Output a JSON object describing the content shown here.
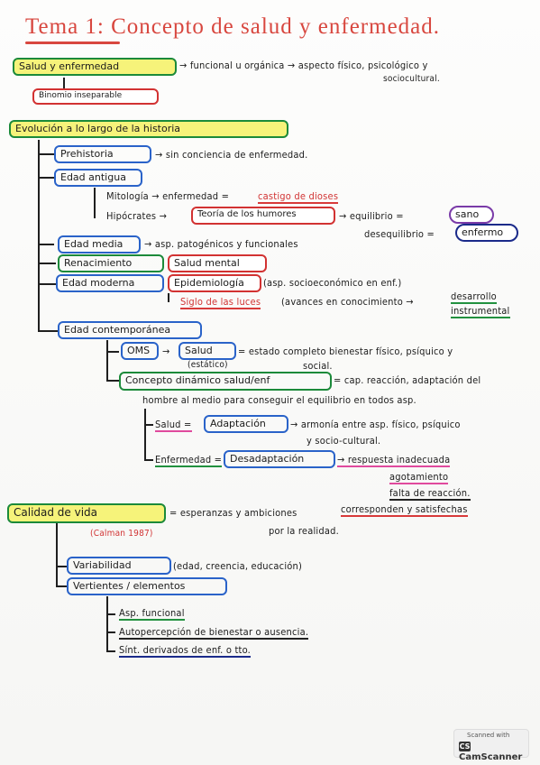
{
  "title": "Tema 1: Concepto de salud y enfermedad.",
  "n1": {
    "box": "Salud y enfermedad",
    "arrow": "→ funcional u orgánica → aspecto físico, psicológico y",
    "cont": "sociocultural.",
    "binomio": "Binomio inseparable"
  },
  "evo": {
    "box": "Evolución a lo largo de la historia",
    "prehistoria": "Prehistoria",
    "prehistoria_txt": "→ sin conciencia de enfermedad.",
    "antigua": "Edad antigua",
    "mitologia": "Mitología → enfermedad =",
    "castigo": "castigo de dioses",
    "hipocrates": "Hipócrates →",
    "teoria": "Teoría de los humores",
    "equilibrio": "→ equilibrio =",
    "sano": "sano",
    "desequilibrio": "desequilibrio =",
    "enfermo": "enfermo",
    "media": "Edad media",
    "media_txt": "→ asp. patogénicos y funcionales",
    "renacimiento": "Renacimiento",
    "salud_mental": "Salud mental",
    "moderna": "Edad moderna",
    "epidemiologia": "Epidemiología",
    "epi_txt": "(asp. socioeconómico en enf.)",
    "siglo": "Siglo de las luces",
    "siglo_txt": "(avances en conocimiento →",
    "desarrollo": "desarrollo",
    "instrumental": "instrumental",
    "contemporanea": "Edad contemporánea",
    "oms": "OMS",
    "oms_arrow": "→",
    "salud": "Salud",
    "oms_txt": "= estado completo bienestar físico, psíquico y",
    "estatico": "(estático)",
    "social": "social.",
    "dinamico": "Concepto dinámico salud/enf",
    "dinamico_txt": "= cap. reacción, adaptación del",
    "dinamico_txt2": "hombre al medio para conseguir el equilibrio en todos asp.",
    "salud2": "Salud =",
    "adaptacion": "Adaptación",
    "adaptacion_txt": "→ armonía entre asp. físico, psíquico",
    "adaptacion_txt2": "y socio-cultural.",
    "enfermedad": "Enfermedad =",
    "desadaptacion": "Desadaptación",
    "des_txt1": "→ respuesta inadecuada",
    "des_txt2": "agotamiento",
    "des_txt3": "falta de reacción."
  },
  "cal": {
    "box": "Calidad de vida",
    "txt": "= esperanzas y ambiciones",
    "corr": "corresponden y satisfechas",
    "txt2": "por la realidad.",
    "cite": "(Calman 1987)",
    "variabilidad": "Variabilidad",
    "var_txt": "(edad, creencia, educación)",
    "vertientes": "Vertientes / elementos",
    "v1": "Asp. funcional",
    "v2": "Autopercepción de bienestar o ausencia.",
    "v3": "Sínt. derivados de enf. o tto."
  },
  "scanner": {
    "line1": "Scanned with",
    "line2": "CamScanner",
    "badge": "CS"
  }
}
